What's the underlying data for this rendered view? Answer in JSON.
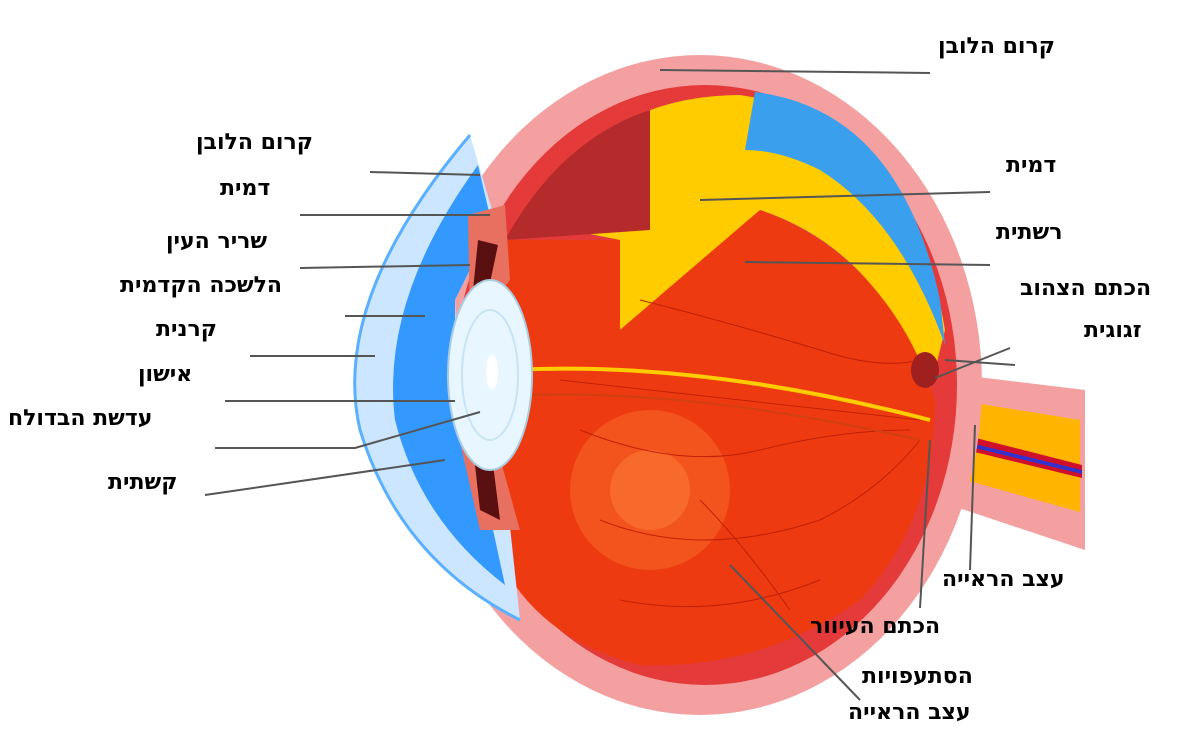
{
  "labels": {
    "sclera_right": "קרום הלובן",
    "sclera_left": "קרום הלובן",
    "choroid_left": "דמית",
    "ciliary_muscle": "שריר העין",
    "anterior_chamber": "הלשכה הקדמית",
    "cornea": "קרנית",
    "pupil": "אישון",
    "lens": "עדשת הבדולח",
    "iris": "קשתית",
    "choroid_right": "דמית",
    "retina": "רשתית",
    "macula": "הכתם הצהוב",
    "vitreous": "זגוגית",
    "optic_nerve": "עצב הראייה",
    "blind_spot": "הכתם העיוור",
    "nerve_branches_line1": "הסתעפויות",
    "nerve_branches_line2": "עצב הראייה"
  },
  "colors": {
    "sclera": "#f4a0a0",
    "choroid": "#e43a3a",
    "choroid_dark": "#b52a2a",
    "retina_yellow": "#ffcc00",
    "vitreous": "#ee3a10",
    "vitreous_light": "#f45a20",
    "cornea_blue": "#3399ff",
    "cornea_light": "#cce6ff",
    "lens": "#e8f7ff",
    "optic_nerve": "#ffb400",
    "leader": "#555555"
  }
}
